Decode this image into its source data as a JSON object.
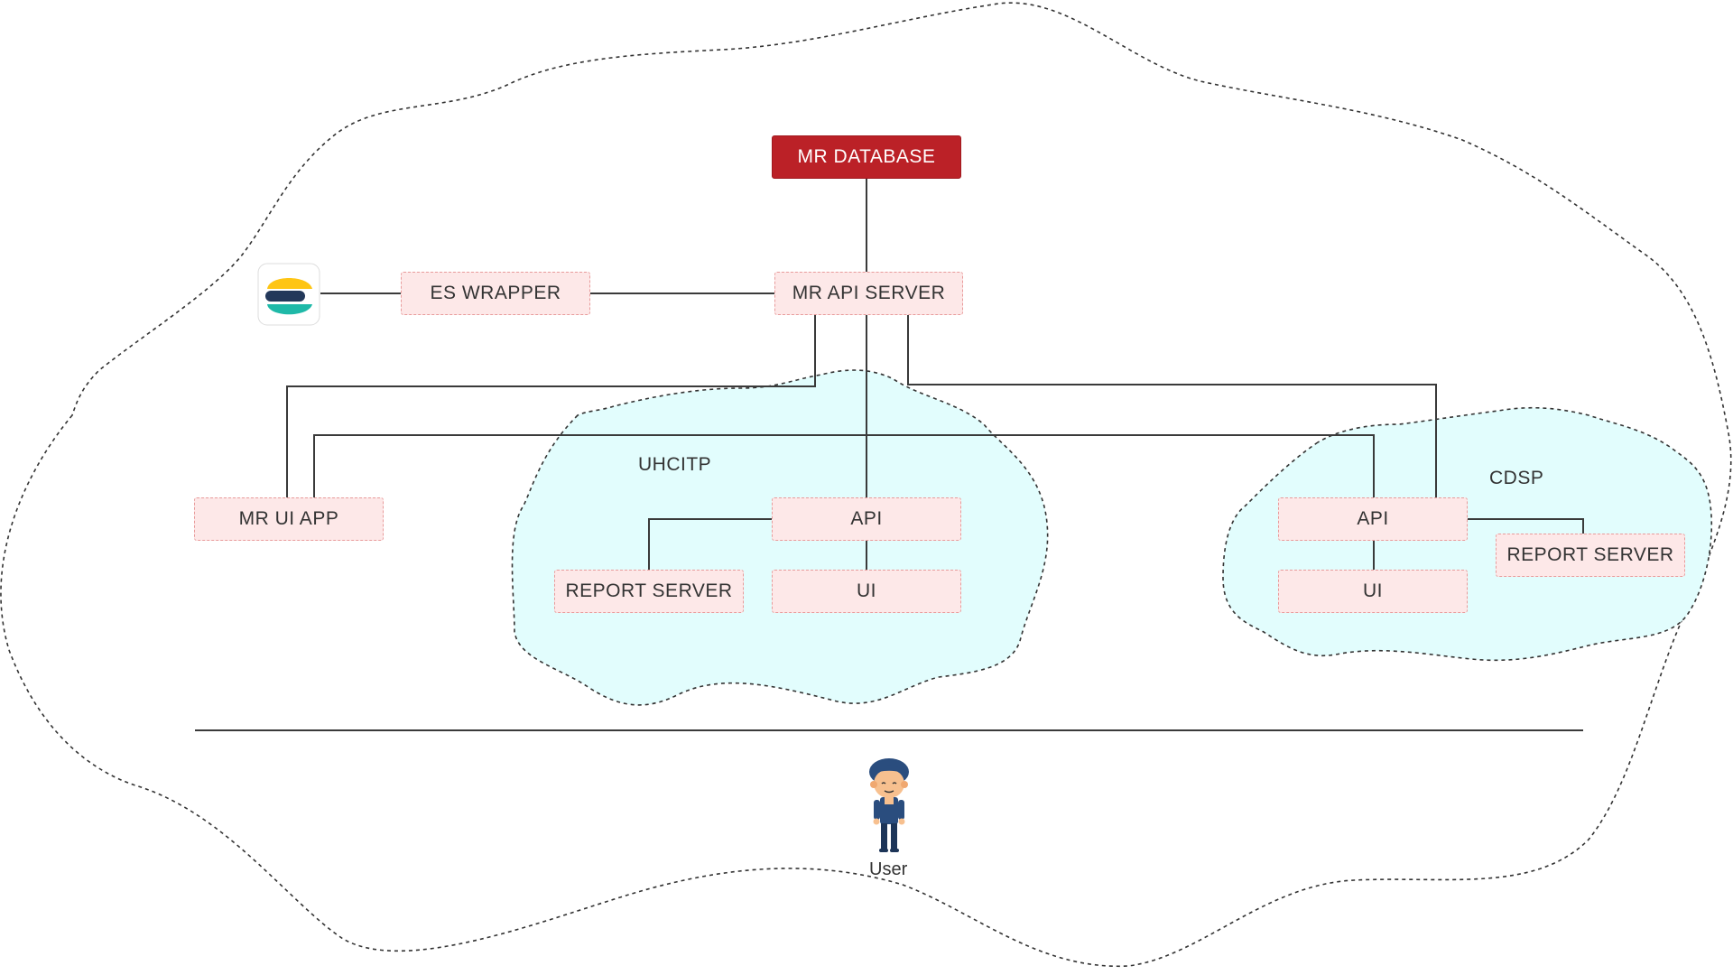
{
  "diagram": {
    "nodes": {
      "mr_database": "MR DATABASE",
      "mr_api_server": "MR API SERVER",
      "es_wrapper": "ES WRAPPER",
      "mr_ui_app": "MR UI APP",
      "uhcitp_api": "API",
      "uhcitp_report_server": "REPORT SERVER",
      "uhcitp_ui": "UI",
      "cdsp_api": "API",
      "cdsp_ui": "UI",
      "cdsp_report_server": "REPORT SERVER"
    },
    "zones": {
      "uhcitp": "UHCITP",
      "cdsp": "CDSP"
    },
    "user_label": "User",
    "icons": {
      "search_engine": "elasticsearch-logo-icon",
      "user": "user-person-icon"
    },
    "colors": {
      "primary_node": "#bb2127",
      "node_fill": "#fde8e8",
      "node_border": "#e89b9b",
      "zone_fill": "#e2fdfd",
      "connector": "#3a3a3a"
    }
  }
}
